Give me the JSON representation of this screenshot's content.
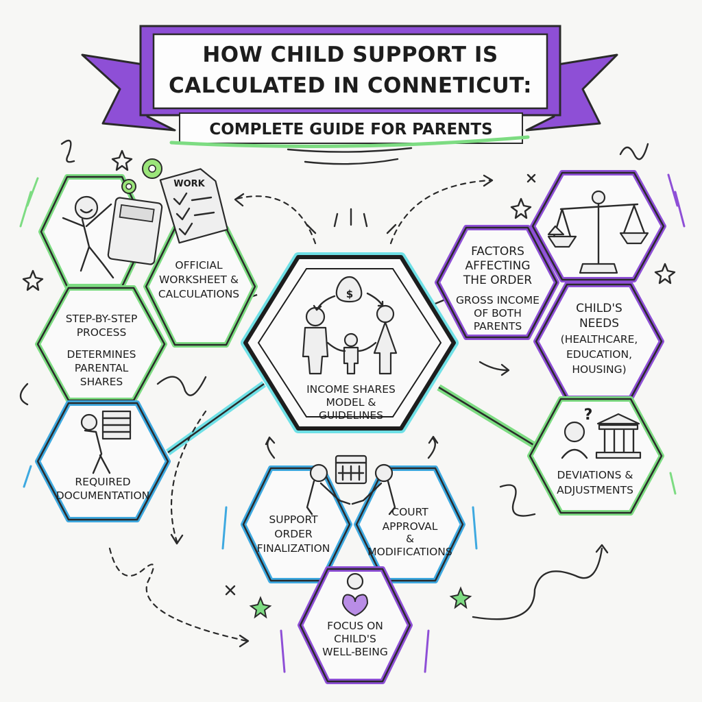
{
  "banner": {
    "title_line1": "HOW CHILD SUPPORT IS",
    "title_line2": "CALCULATED IN CONNETICUT:",
    "subtitle": "COMPLETE GUIDE FOR PARENTS"
  },
  "hexes": {
    "center": [
      "INCOME SHARES",
      "MODEL &",
      "GUIDELINES"
    ],
    "worksheet": [
      "OFFICIAL",
      "WORKSHEET &",
      "CALCULATIONS"
    ],
    "work_tag": "WORK",
    "process": [
      "STEP-BY-STEP",
      "PROCESS"
    ],
    "process_detail": [
      "DETERMINES",
      "PARENTAL",
      "SHARES"
    ],
    "documentation": [
      "REQUIRED",
      "DOCUMENTATION"
    ],
    "factors": [
      "FACTORS",
      "AFFECTING",
      "THE ORDER"
    ],
    "factors_detail": [
      "GROSS INCOME",
      "OF BOTH",
      "PARENTS"
    ],
    "needs": [
      "CHILD'S",
      "NEEDS",
      "(HEALTHCARE,",
      "EDUCATION,",
      "HOUSING)"
    ],
    "deviations": [
      "DEVIATIONS &",
      "ADJUSTMENTS"
    ],
    "finalization": [
      "SUPPORT",
      "ORDER",
      "FINALIZATION"
    ],
    "court": [
      "COURT",
      "APPROVAL",
      "&",
      "MODIFICATIONS"
    ],
    "focus": [
      "FOCUS ON",
      "CHILD'S",
      "WELL-BEING"
    ]
  },
  "icons": {
    "money_bag_symbol": "$",
    "question_mark": "?"
  },
  "colors": {
    "purple": "#8e4fd6",
    "green": "#7ddc82",
    "blue": "#3ea9e0",
    "cyan": "#6fe0e6",
    "outline": "#2a2a2a",
    "background": "#f7f7f5"
  }
}
